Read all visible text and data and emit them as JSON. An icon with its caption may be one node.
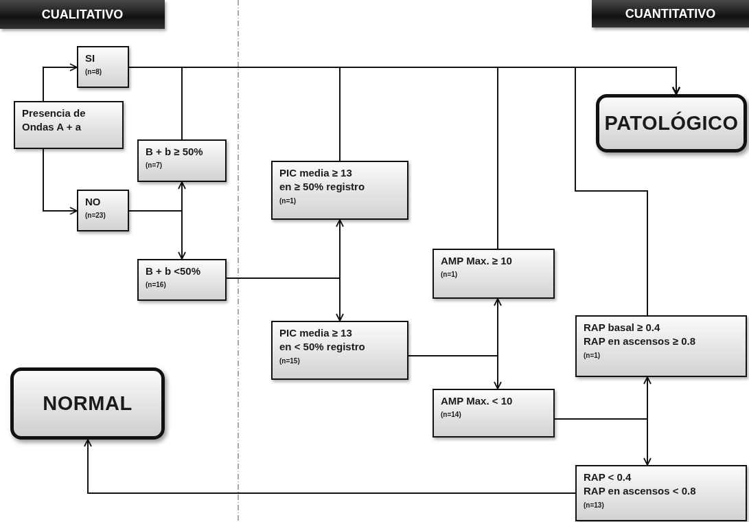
{
  "diagram": {
    "nodes": [
      {
        "text": [
          "CUALITATIVO"
        ]
      },
      {
        "text": [
          "CUANTITATIVO"
        ]
      },
      {
        "text": [
          "Presencia de Ondas A + a"
        ]
      },
      {
        "text": [
          "SI",
          "(n=8)"
        ]
      },
      {
        "text": [
          "NO",
          "(n=23)"
        ]
      },
      {
        "text": [
          "B + b ≥ 50%",
          "(n=7)"
        ]
      },
      {
        "text": [
          "B + b <50%",
          "(n=16)"
        ]
      },
      {
        "text": [
          "PIC media ≥ 13",
          "en ≥ 50% registro",
          "(n=1)"
        ]
      },
      {
        "text": [
          "PIC media ≥ 13",
          "en < 50% registro",
          "(n=15)"
        ]
      },
      {
        "text": [
          "AMP Max. ≥ 10",
          "(n=1)"
        ]
      },
      {
        "text": [
          "AMP Max. < 10",
          "(n=14)"
        ]
      },
      {
        "text": [
          "RAP basal ≥ 0.4",
          "RAP en ascensos ≥ 0.8",
          "(n=1)"
        ]
      },
      {
        "text": [
          "RAP < 0.4",
          "RAP en ascensos < 0.8",
          "(n=13)"
        ]
      },
      {
        "text": [
          "PATOLÓGICO"
        ]
      },
      {
        "text": [
          "NORMAL"
        ]
      }
    ],
    "edges": [
      {
        "from": 2,
        "to": 3,
        "arrow": "to"
      },
      {
        "from": 2,
        "to": 4,
        "arrow": "to"
      },
      {
        "from": 3,
        "to": 13,
        "arrow": "to"
      },
      {
        "from": 4,
        "to": 5,
        "arrow": "to"
      },
      {
        "from": 4,
        "to": 6,
        "arrow": "to"
      },
      {
        "from": 5,
        "to": 13,
        "arrow": "to"
      },
      {
        "from": 6,
        "to": 7,
        "arrow": "to"
      },
      {
        "from": 6,
        "to": 8,
        "arrow": "to"
      },
      {
        "from": 7,
        "to": 13,
        "arrow": "to"
      },
      {
        "from": 8,
        "to": 9,
        "arrow": "to"
      },
      {
        "from": 8,
        "to": 10,
        "arrow": "to"
      },
      {
        "from": 9,
        "to": 13,
        "arrow": "to"
      },
      {
        "from": 10,
        "to": 11,
        "arrow": "to"
      },
      {
        "from": 10,
        "to": 12,
        "arrow": "to"
      },
      {
        "from": 11,
        "to": 13,
        "arrow": "to"
      },
      {
        "from": 12,
        "to": 14,
        "arrow": "to"
      }
    ]
  }
}
